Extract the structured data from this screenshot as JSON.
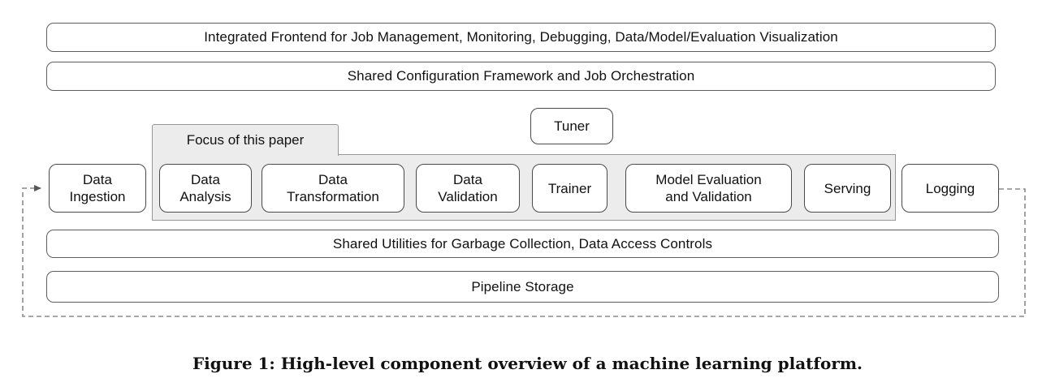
{
  "diagram": {
    "layers_top": [
      {
        "label": "Integrated Frontend for Job Management, Monitoring, Debugging, Data/Model/Evaluation Visualization"
      },
      {
        "label": "Shared Configuration Framework and Job Orchestration"
      }
    ],
    "tuner": {
      "label": "Tuner"
    },
    "focus_group": {
      "label": "Focus of this paper"
    },
    "components": [
      {
        "name": "data-ingestion",
        "label": "Data\nIngestion",
        "in_focus": false
      },
      {
        "name": "data-analysis",
        "label": "Data\nAnalysis",
        "in_focus": true
      },
      {
        "name": "data-transformation",
        "label": "Data\nTransformation",
        "in_focus": true
      },
      {
        "name": "data-validation",
        "label": "Data\nValidation",
        "in_focus": true
      },
      {
        "name": "trainer",
        "label": "Trainer",
        "in_focus": true
      },
      {
        "name": "model-evaluation-and-validation",
        "label": "Model Evaluation\nand Validation",
        "in_focus": true
      },
      {
        "name": "serving",
        "label": "Serving",
        "in_focus": true
      },
      {
        "name": "logging",
        "label": "Logging",
        "in_focus": false
      }
    ],
    "layers_bottom": [
      {
        "label": "Shared Utilities for Garbage Collection, Data Access Controls"
      },
      {
        "label": "Pipeline Storage"
      }
    ],
    "feedback_loop": "dashed arrow from Logging back to Data Ingestion",
    "colors": {
      "box_border": "#4a4a4a",
      "bar_border": "#5f5f5f",
      "focus_fill": "#ececec",
      "focus_border": "#979797",
      "dashed_line": "#8a8a8a",
      "arrowhead": "#555555",
      "text": "#111111",
      "background": "#ffffff"
    }
  },
  "caption": "Figure 1: High-level component overview of a machine learning platform."
}
